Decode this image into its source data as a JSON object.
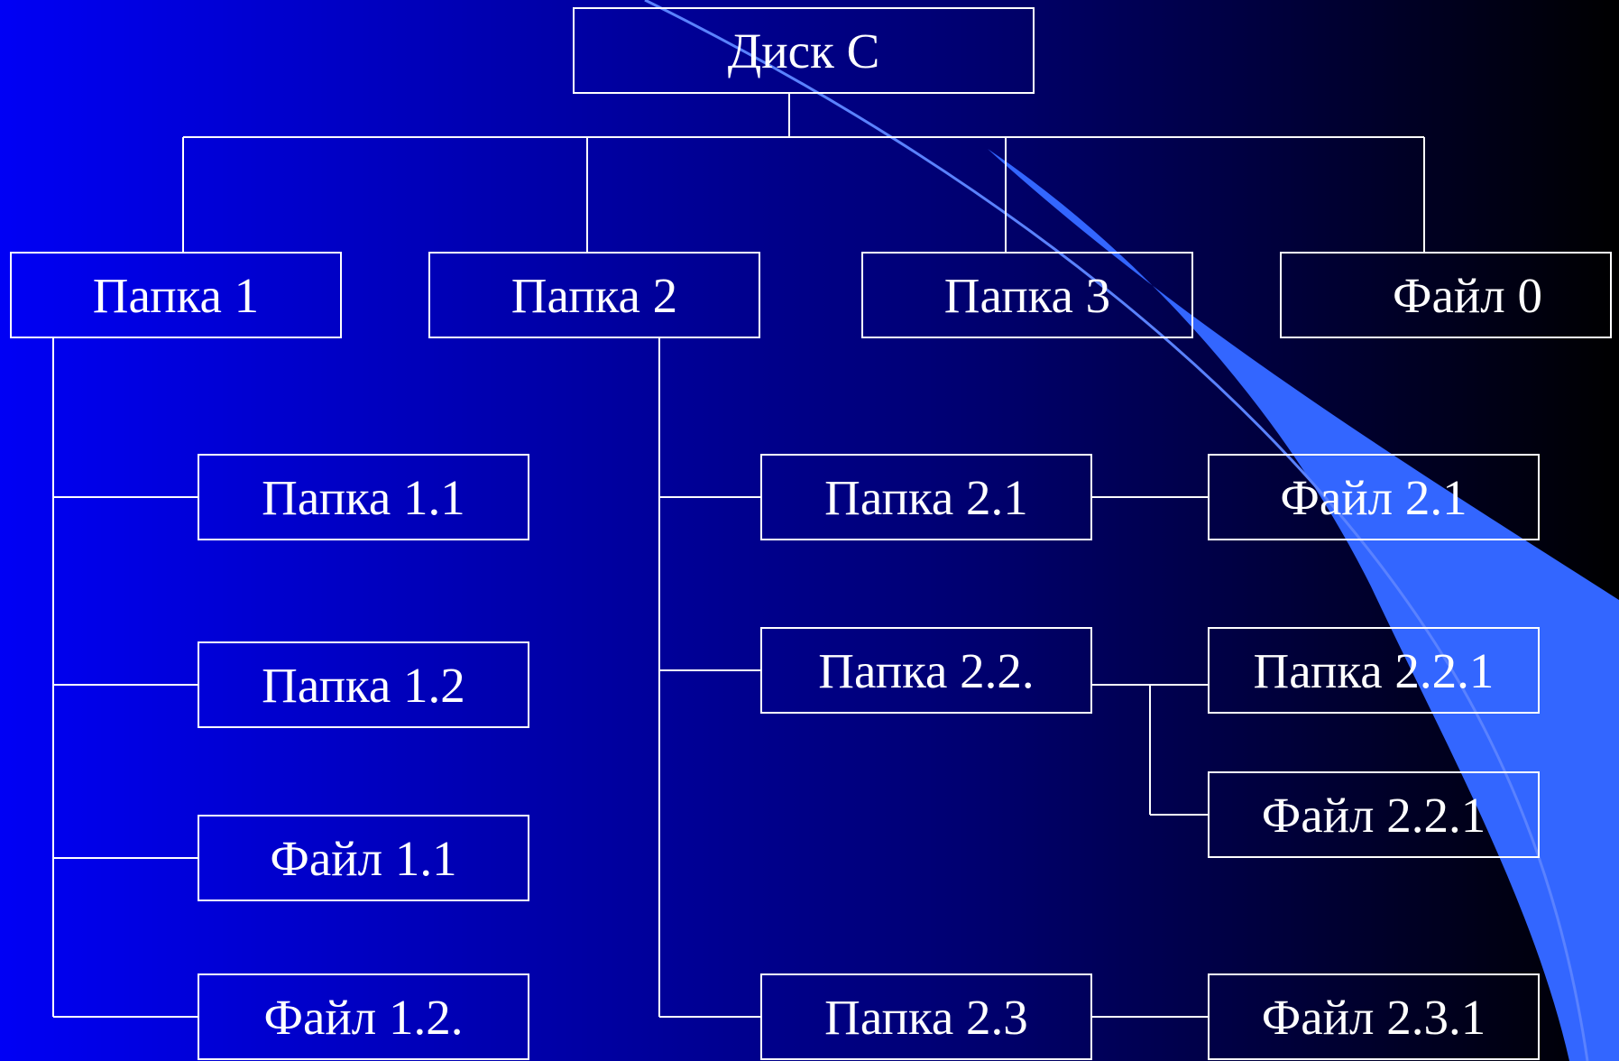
{
  "colors": {
    "background_left": "#0000f5",
    "background_right": "#000000",
    "lines": "#ffffff",
    "text": "#ffffff",
    "accent": "#3366ff"
  },
  "diagram": {
    "type": "tree",
    "root": "Диск С",
    "level1": [
      "Папка 1",
      "Папка 2",
      "Папка 3",
      "Файл 0"
    ],
    "folder1_children": [
      "Папка 1.1",
      "Папка 1.2",
      "Файл 1.1",
      "Файл 1.2."
    ],
    "folder2_children": [
      "Папка 2.1",
      "Папка 2.2.",
      "Папка 2.3"
    ],
    "folder21_children": [
      "Файл 2.1"
    ],
    "folder22_children": [
      "Папка 2.2.1",
      "Файл 2.2.1"
    ],
    "folder23_children": [
      "Файл 2.3.1"
    ]
  }
}
